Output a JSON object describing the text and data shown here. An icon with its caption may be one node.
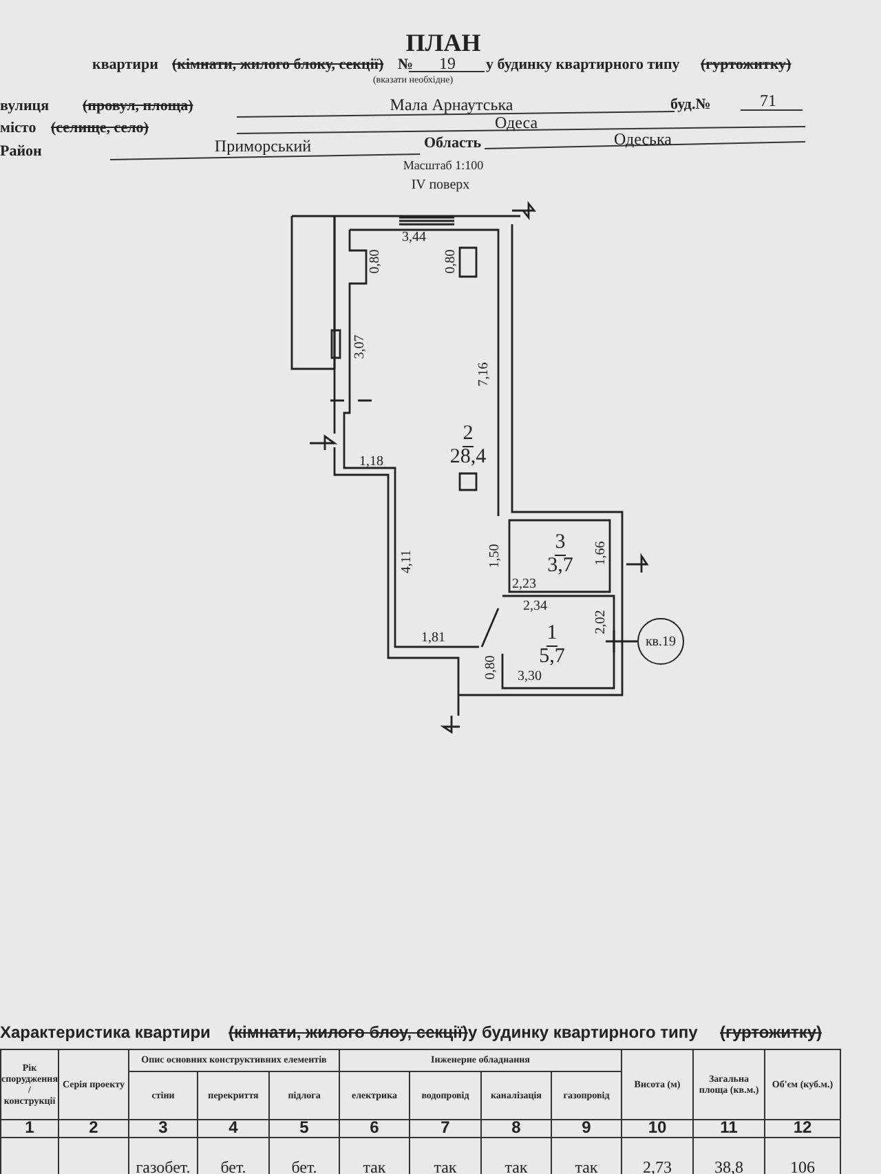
{
  "diagram": {
    "title": "ПЛАН",
    "nodes": [
      {
        "text": [
          "2",
          "28,4"
        ]
      },
      {
        "text": [
          "3",
          "3,7"
        ]
      },
      {
        "text": [
          "1",
          "5,7"
        ]
      },
      {
        "text": [
          "кв.19"
        ]
      }
    ],
    "labels": [
      "квартири",
      "(кімнати, жилого блоку, секції)",
      "№",
      "19",
      "у будинку квартирного типу",
      "(гуртожитку)",
      "(вказати необхідне)",
      "вулиця",
      "(провул, площа)",
      "Мала Арнаутська",
      "буд.№",
      "71",
      "місто",
      "(селище, село)",
      "Одеса",
      "Район",
      "Приморський",
      "Область",
      "Одеська",
      "Масштаб 1:100",
      "IV поверх",
      "3,44",
      "0,80",
      "0,80",
      "3,07",
      "7,16",
      "1,18",
      "4,11",
      "1,50",
      "1,66",
      "2,23",
      "2,34",
      "2,02",
      "1,81",
      "0,80",
      "3,30",
      "Характеристика квартири",
      "(кімнати, жилого блоу, секції)",
      "у будинку квартирного типу",
      "(гуртожитку)",
      "Рік спорудження / конструкції",
      "Серія проекту",
      "Опис основних конструктивних елементів",
      "Інженерне обладнання",
      "Висота (м)",
      "Загальна площа (кв.м.)",
      "Об'єм (куб.м.)",
      "стіни",
      "перекриття",
      "підлога",
      "електрика",
      "водопровід",
      "каналізація",
      "газопровід",
      "1",
      "2",
      "3",
      "4",
      "5",
      "6",
      "7",
      "8",
      "9",
      "10",
      "11",
      "12",
      "газобет.",
      "бет.",
      "бет.",
      "так",
      "так",
      "так",
      "так",
      "2,73",
      "38,8",
      "106"
    ]
  }
}
